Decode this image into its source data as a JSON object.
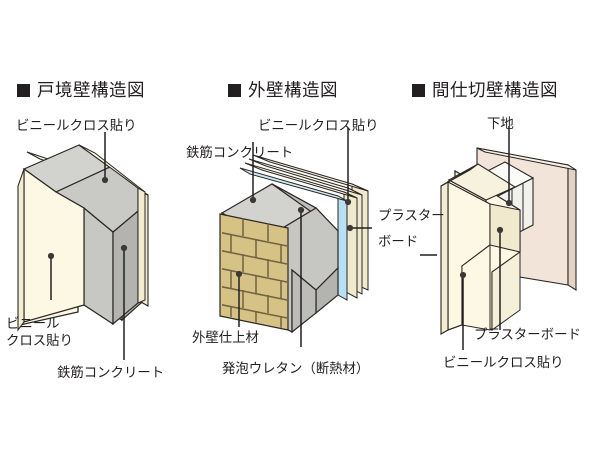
{
  "figure": {
    "type": "architectural-wall-section-diagram",
    "language": "ja",
    "background": "#ffffff"
  },
  "panels": [
    {
      "id": "party-wall",
      "title": "戸境壁構造図",
      "bullet": "■",
      "labels": {
        "top": "ビニールクロス貼り",
        "left_line1": "ビニール",
        "left_line2": "クロス貼り",
        "bottom": "鉄筋コンクリート"
      }
    },
    {
      "id": "exterior-wall",
      "title": "外壁構造図",
      "bullet": "■",
      "labels": {
        "top_right": "ビニールクロス貼り",
        "top_left": "鉄筋コンクリート",
        "right_line1": "プラスター",
        "right_line2": "ボード",
        "bottom_left": "外壁仕上材",
        "bottom_right": "発泡ウレタン（断熱材）"
      }
    },
    {
      "id": "partition-wall",
      "title": "間仕切壁構造図",
      "bullet": "■",
      "labels": {
        "top": "下地",
        "bottom_upper": "プラスターボード",
        "bottom_lower": "ビニールクロス貼り"
      }
    }
  ],
  "colors": {
    "ink": "#231f20",
    "outline": "#2b2723",
    "concrete_light": "#d2d2cf",
    "concrete_mid": "#c4c4c1",
    "concrete_dark": "#b5b5b2",
    "concrete_edge": "#a9a9a6",
    "cream_face": "#fdf8e3",
    "cream_side": "#f3ecd2",
    "cream_edge": "#e6dcbc",
    "brick": "#d6c285",
    "brick_line": "#6f6242",
    "insulation_blue": "#b8dff2",
    "base_panel": "#f2e4d9",
    "base_panel_edge": "#e0cdbe",
    "white_board": "#fbfbf8"
  }
}
